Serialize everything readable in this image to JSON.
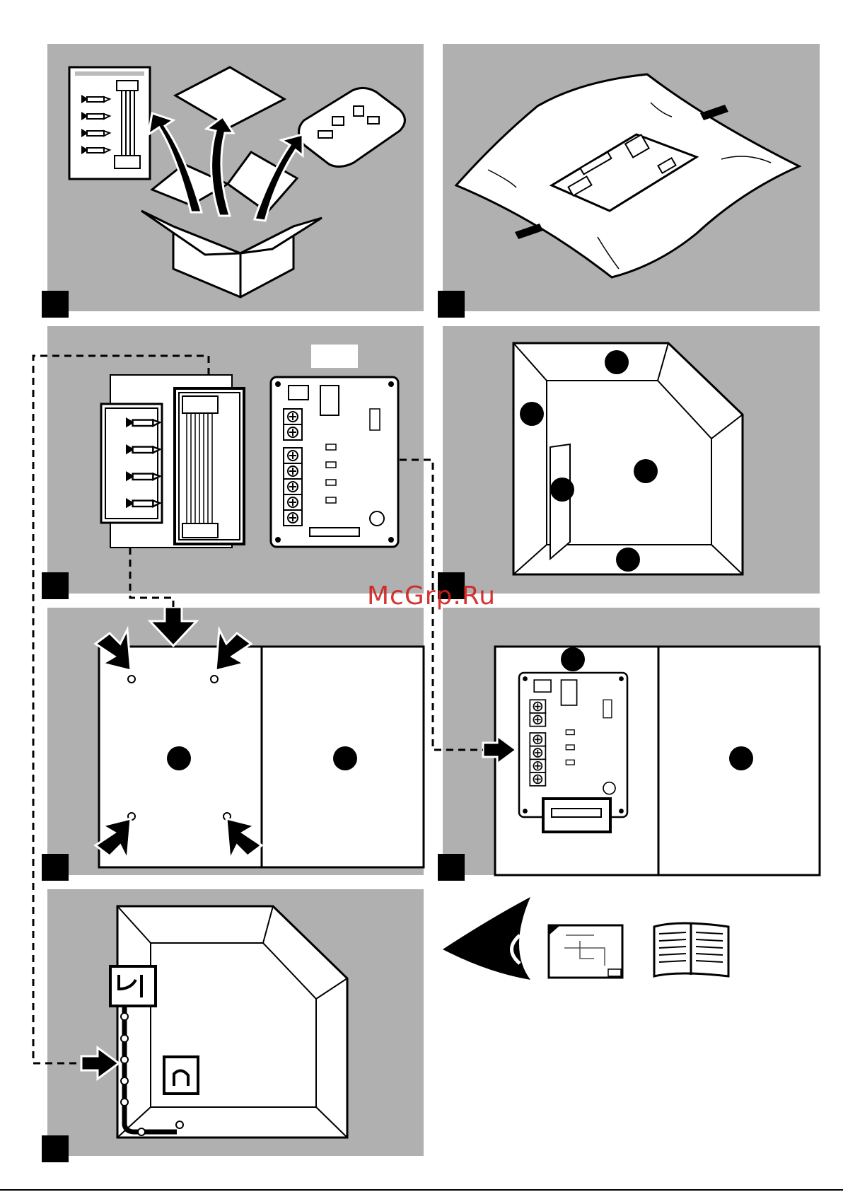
{
  "watermark": "McGrp.Ru",
  "colors": {
    "panel_bg": "#b0b0b0",
    "ink": "#000000",
    "paper": "#ffffff",
    "watermark": "#d0201e"
  },
  "panels": [
    {
      "id": "unpack",
      "icons": [
        "box-icon",
        "cable-harness-icon",
        "pcb-board-icon",
        "sheet-icon"
      ]
    },
    {
      "id": "antistatic-bag",
      "icons": [
        "pcb-board-icon",
        "antistatic-bag-icon",
        "tape-icon"
      ]
    },
    {
      "id": "kit-contents",
      "icons": [
        "spacers-icon",
        "cable-harness-icon",
        "pcb-board-icon"
      ]
    },
    {
      "id": "unit-interior",
      "icons": [
        "cabinet-icon"
      ]
    },
    {
      "id": "mount-spacers",
      "icons": [
        "mounting-holes-icon",
        "arrow-icon"
      ]
    },
    {
      "id": "mount-board",
      "icons": [
        "pcb-board-icon",
        "connector-icon",
        "arrow-icon"
      ]
    },
    {
      "id": "route-cable",
      "icons": [
        "cabinet-icon",
        "cable-clamp-icon"
      ]
    }
  ],
  "reference_icons": [
    "eye-icon",
    "wiring-diagram-icon",
    "manual-book-icon"
  ]
}
